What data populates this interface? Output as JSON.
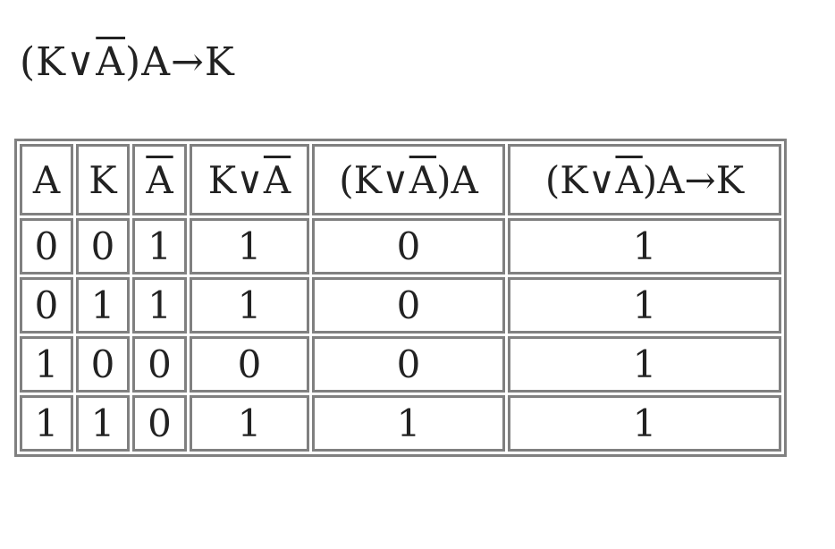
{
  "formula": {
    "open": "(K∨",
    "neg": "A",
    "close": ")A→K"
  },
  "table": {
    "headers": [
      {
        "pre": "",
        "neg": "",
        "post": "A"
      },
      {
        "pre": "",
        "neg": "",
        "post": "K"
      },
      {
        "pre": "",
        "neg": "A",
        "post": ""
      },
      {
        "pre": "K∨",
        "neg": "A",
        "post": ""
      },
      {
        "pre": "(K∨",
        "neg": "A",
        "post": ")A"
      },
      {
        "pre": "(K∨",
        "neg": "A",
        "post": ")A→K"
      }
    ],
    "rows": [
      [
        "0",
        "0",
        "1",
        "1",
        "0",
        "1"
      ],
      [
        "0",
        "1",
        "1",
        "1",
        "0",
        "1"
      ],
      [
        "1",
        "0",
        "0",
        "0",
        "0",
        "1"
      ],
      [
        "1",
        "1",
        "0",
        "1",
        "1",
        "1"
      ]
    ]
  }
}
